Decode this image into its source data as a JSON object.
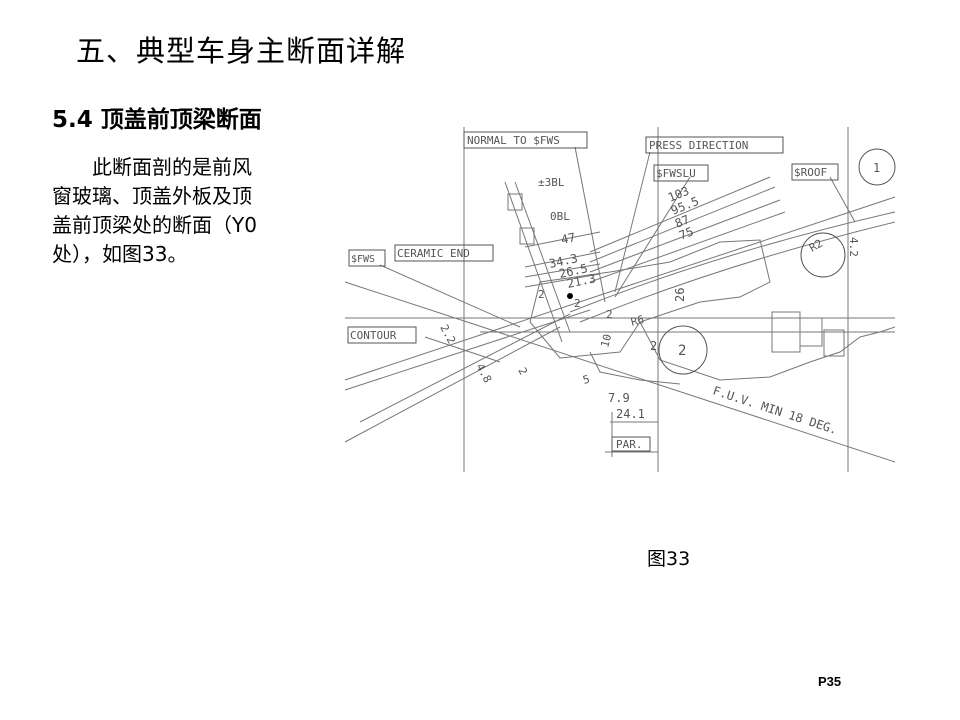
{
  "page": {
    "title": "五、典型车身主断面详解",
    "section_heading": "5.4 顶盖前顶梁断面",
    "body_lines": [
      "　　此断面剖的是前风",
      "窗玻璃、顶盖外板及顶",
      "盖前顶梁处的断面（Y0",
      "处），如图33。"
    ],
    "figure_caption": "图33",
    "page_number": "P35"
  },
  "drawing": {
    "labels": {
      "normal_to_fws": "NORMAL TO $FWS",
      "press_direction": "PRESS DIRECTION",
      "fwslu": "$FWSLU",
      "roof": "$ROOF",
      "fws": "$FWS",
      "ceramic_end": "CERAMIC END",
      "contour": "CONTOUR",
      "plus_3bl": "±3BL",
      "zero_bl": "0BL",
      "fuv": "F.U.V. MIN 18 DEG.",
      "par": "PAR.",
      "r6": "R6",
      "r2": "R2",
      "balloon_1": "1",
      "balloon_2a": "2",
      "balloon_2b": "2"
    },
    "dimensions": [
      "103",
      "95.5",
      "87",
      "75",
      "47",
      "34.3",
      "26.5",
      "21.3",
      "26",
      "2.2",
      "4.8",
      "2",
      "2",
      "10",
      "5",
      "7.9",
      "24.1",
      "4.2",
      "2",
      "2"
    ]
  }
}
